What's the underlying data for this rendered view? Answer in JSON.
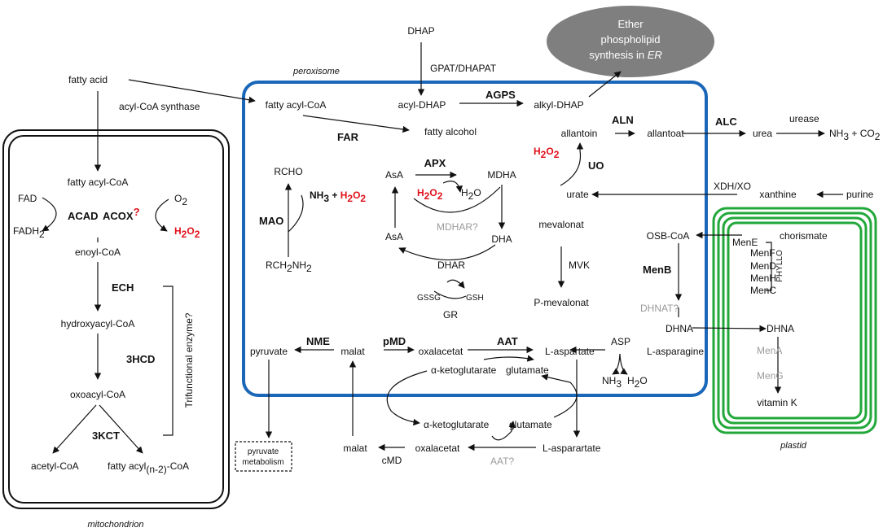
{
  "compartments": {
    "peroxisome": "peroxisome",
    "mitochondrion": "mitochondrion",
    "plastid": "plastid",
    "er_line1": "Ether",
    "er_line2": "phospholipid",
    "er_line3": "synthesis in ",
    "er_italic": "ER"
  },
  "top": {
    "fatty_acid": "fatty acid",
    "acyl_coa_synthase": "acyl-CoA synthase",
    "dhap": "DHAP",
    "gpat": "GPAT/DHAPAT"
  },
  "mito": {
    "fatty_acyl_coa": "fatty acyl-CoA",
    "fad": "FAD",
    "fadh2": "FADH",
    "acad": "ACAD",
    "acox": "ACOX",
    "acox_q": "?",
    "o2": "O",
    "h2o2": "H",
    "enoyl": "enoyl-CoA",
    "ech": "ECH",
    "hydroxyacyl": "hydroxyacyl-CoA",
    "hcd": "3HCD",
    "oxoacyl": "oxoacyl-CoA",
    "kct": "3KCT",
    "acetyl": "acetyl-CoA",
    "fatty_acyl_n2": "fatty acyl",
    "n2": "(n-2)",
    "coa_suffix": "-CoA",
    "trifunctional": "Trifunctional enzyme?"
  },
  "perox": {
    "fatty_acyl_coa": "fatty acyl-CoA",
    "acyl_dhap": "acyl-DHAP",
    "agps": "AGPS",
    "alkyl_dhap": "alkyl-DHAP",
    "far": "FAR",
    "fatty_alcohol": "fatty alcohol",
    "allantoin": "allantoin",
    "aln": "ALN",
    "allantoat": "allantoat",
    "alc": "ALC",
    "urea": "urea",
    "urease": "urease",
    "nh3_co2": "NH",
    "co2": " + CO",
    "h2o2_uo": "H",
    "uo": "UO",
    "urate": "urate",
    "xdh": "XDH/XO",
    "xanthine": "xanthine",
    "purine": "purine",
    "rcho": "RCHO",
    "nh3_plus": "NH",
    "plus": " + ",
    "h2o2_mao": "H",
    "mao": "MAO",
    "rch2nh2": "RCH",
    "nh2": "NH",
    "asa1": "AsA",
    "apx": "APX",
    "mdha": "MDHA",
    "h2o2_apx": "H",
    "h2o": "H",
    "mdhar": "MDHAR?",
    "asa2": "AsA",
    "dha": "DHA",
    "dhar": "DHAR",
    "gssg": "GSSG",
    "gsh": "GSH",
    "gr": "GR",
    "mevalonat": "mevalonat",
    "mvk": "MVK",
    "p_mevalonat": "P-mevalonat",
    "pyruvate": "pyruvate",
    "nme": "NME",
    "malat": "malat",
    "pmd": "pMD",
    "oxalacetat": "oxalacetat",
    "aat": "AAT",
    "l_aspartate": "L-aspartate",
    "akg": "α-ketoglutarate",
    "glutamate": "glutamate",
    "asp": "ASP",
    "nh3": "NH",
    "h2o_asp": "H",
    "l_asparagine": "L-asparagine"
  },
  "cyto": {
    "pyruvate_metab_1": "pyruvate",
    "pyruvate_metab_2": "metabolism",
    "malat": "malat",
    "oxalacetat": "oxalacetat",
    "cmd": "cMD",
    "akg": "α-ketoglutarate",
    "glutamate": "glutamate",
    "l_asparartate": "L-asparartate",
    "aat_q": "AAT?"
  },
  "plastid": {
    "osb_coa": "OSB-CoA",
    "chorismate": "chorismate",
    "mene": "MenE",
    "menf": "MenF",
    "mend": "MenD",
    "menh": "MenH",
    "menc": "MenC",
    "phyllo": "PHYLLO",
    "menb": "MenB",
    "dhnat": "DHNAT?",
    "dhna1": "DHNA",
    "dhna2": "DHNA",
    "mena": "MenA",
    "meng": "MenG",
    "vitk": "vitamin K"
  },
  "colors": {
    "peroxisome": "#1a66b8",
    "plastid": "#22a83a",
    "h2o2": "#e0101a",
    "grey_label": "#9a9a9a",
    "er_ellipse": "#7f7f7f"
  }
}
